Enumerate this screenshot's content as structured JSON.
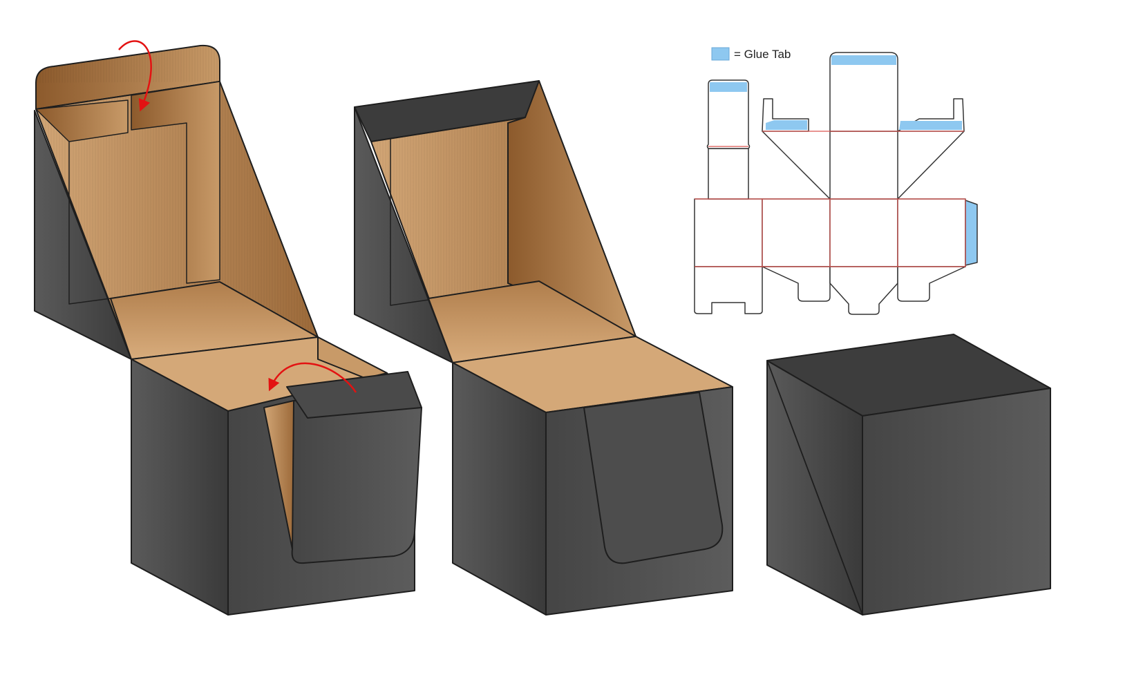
{
  "legend": {
    "label": "= Glue Tab",
    "swatch_color": "#8ec8f0"
  },
  "colors": {
    "carton_dark": "#4a4a4a",
    "carton_edge": "#1e1e1e",
    "kraft_light": "#c4996a",
    "kraft_dark": "#8a5a2e",
    "fold_arrow": "#e31212",
    "crease_line": "#d9534f",
    "cut_line": "#333333"
  },
  "icons": {
    "fold_arrow": "curved-arrow-icon"
  },
  "views": [
    "open-box-with-fold-arrows",
    "open-box-front-flap-tucked",
    "closed-box",
    "dieline-flat-layout"
  ]
}
